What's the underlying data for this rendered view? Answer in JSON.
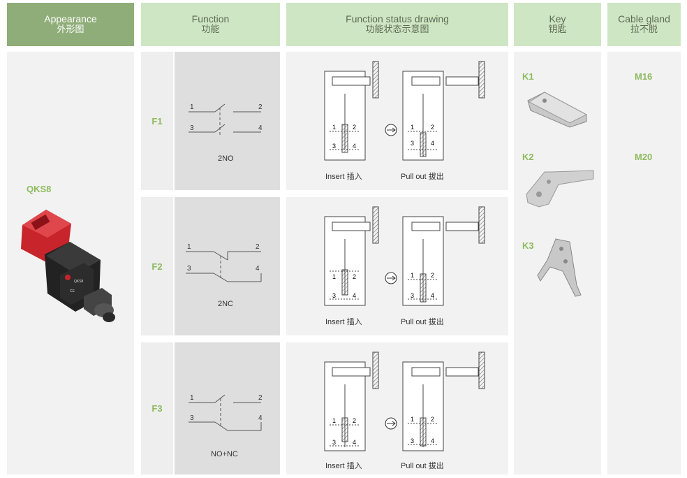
{
  "headers": {
    "appearance": {
      "en": "Appearance",
      "cn": "外形图"
    },
    "function": {
      "en": "Function",
      "cn": "功能"
    },
    "status": {
      "en": "Function status drawing",
      "cn": "功能状态示意图"
    },
    "key": {
      "en": "Key",
      "cn": "钥匙"
    },
    "cable": {
      "en": "Cable gland",
      "cn": "拉不脱"
    }
  },
  "product": {
    "model": "QKS8",
    "label_lines": [
      "QKS8",
      "CE"
    ]
  },
  "functions": [
    {
      "code": "F1",
      "type": "2NO",
      "terminals": [
        "1",
        "2",
        "3",
        "4"
      ]
    },
    {
      "code": "F2",
      "type": "2NC",
      "terminals": [
        "1",
        "2",
        "3",
        "4"
      ]
    },
    {
      "code": "F3",
      "type": "NO+NC",
      "terminals": [
        "1",
        "2",
        "3",
        "4"
      ]
    }
  ],
  "status": {
    "insert_label": "Insert 插入",
    "pullout_label": "Pull out 拔出",
    "contacts": [
      "1",
      "2",
      "3",
      "4"
    ]
  },
  "keys": [
    "K1",
    "K2",
    "K3"
  ],
  "cable_glands": [
    "M16",
    "M20"
  ],
  "colors": {
    "header_dark": "#8fad78",
    "header_light": "#cfe6c4",
    "accent_green": "#8dbb5e",
    "switch_red": "#c8242b"
  }
}
